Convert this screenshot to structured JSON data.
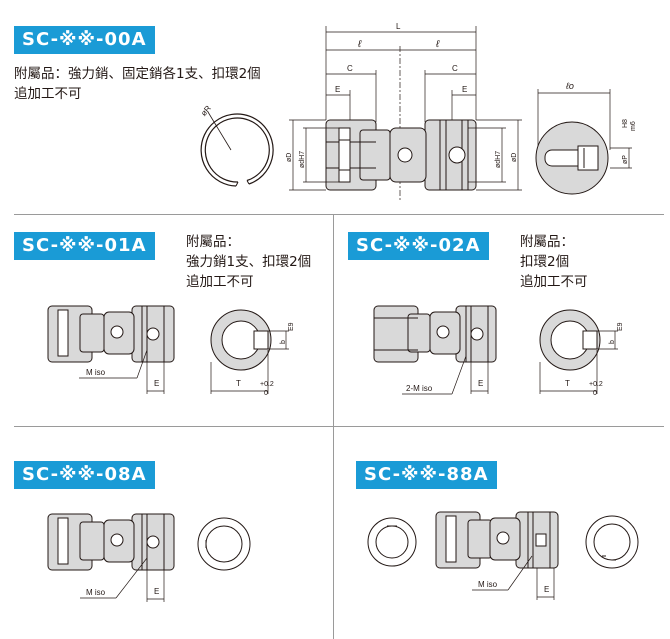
{
  "sections": {
    "s00A": {
      "code": "SC-※※-00A",
      "note_lines": [
        "附屬品：強力銷、固定銷各1支、扣環2個",
        "追加工不可"
      ],
      "dims": {
        "L": "L",
        "l1": "ℓ",
        "l2": "ℓ",
        "C1": "C",
        "C2": "C",
        "E1": "E",
        "E2": "E",
        "phiR": "øR",
        "phiD": "øD",
        "phiD2": "øD",
        "phidH7a": "ødH7",
        "phidH7b": "ødH7",
        "l0": "ℓo",
        "phiP": "øP",
        "m6": "m6",
        "H8": "H8"
      }
    },
    "s01A": {
      "code": "SC-※※-01A",
      "note_lines": [
        "附屬品：",
        "強力銷1支、扣環2個",
        "追加工不可"
      ],
      "labels": {
        "miso": "M iso",
        "E": "E",
        "T": "T",
        "b": "b",
        "E9": "E9",
        "tol_top": "+0.2",
        "tol_bot": "0"
      }
    },
    "s02A": {
      "code": "SC-※※-02A",
      "note_lines": [
        "附屬品：",
        "扣環2個",
        "追加工不可"
      ],
      "labels": {
        "miso": "2-M iso",
        "E": "E",
        "T": "T",
        "b": "b",
        "E9": "E9",
        "tol_top": "+0.2",
        "tol_bot": "0"
      }
    },
    "s08A": {
      "code": "SC-※※-08A",
      "labels": {
        "miso": "M iso",
        "E": "E"
      }
    },
    "s88A": {
      "code": "SC-※※-88A",
      "labels": {
        "miso": "M iso",
        "E": "E"
      }
    }
  },
  "colors": {
    "badge": "#1a9bd6",
    "line": "#231815",
    "body_fill": "#d9d9d9",
    "divider": "#9a9a9a"
  }
}
